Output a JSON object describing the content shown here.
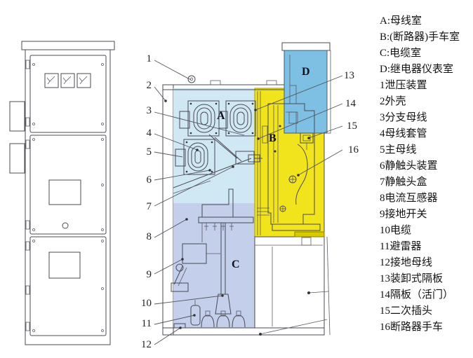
{
  "figure_title": "switchgear-structure-diagram",
  "regions": {
    "A": "A",
    "B": "B",
    "C": "C",
    "D": "D"
  },
  "callouts": [
    "1",
    "2",
    "3",
    "4",
    "5",
    "6",
    "7",
    "8",
    "9",
    "10",
    "11",
    "12",
    "13",
    "14",
    "15",
    "16"
  ],
  "legend": {
    "items": [
      "A:母线室",
      "B:(断路器)手车室",
      "C:电缆室",
      "D:继电器仪表室",
      "1泄压装置",
      "2外壳",
      "3分支母线",
      "4母线套管",
      "5主母线",
      "6静触头装置",
      "7静触头盒",
      "8电流互感器",
      "9接地开关",
      "10电缆",
      "11避雷器",
      "12接地母线",
      "13装卸式隔板",
      "14隔板（活门）",
      "15二次插头",
      "16断路器手车"
    ]
  },
  "colors": {
    "busbar_room": "#cfe8f3",
    "handcart_room": "#f2e41c",
    "cable_room": "#c3cfeb",
    "instrument_room": "#7ebfe4",
    "enclosure_wall": "#cacfe8",
    "line": "#4a4a55"
  }
}
